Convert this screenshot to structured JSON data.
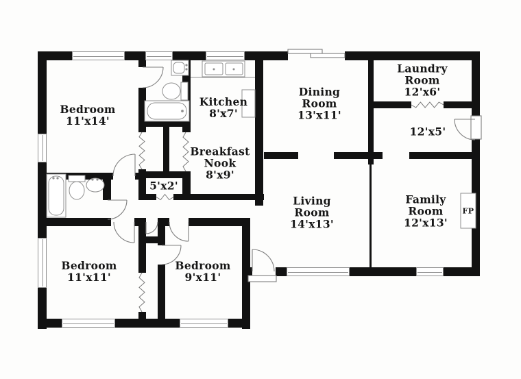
{
  "rooms": {
    "bedroom_11x14": {
      "name": "Bedroom",
      "dims": "11'x14'"
    },
    "kitchen": {
      "name": "Kitchen",
      "dims": "8'x7'"
    },
    "dining": {
      "name": "Dining",
      "name2": "Room",
      "dims": "13'x11'"
    },
    "laundry": {
      "name": "Laundry",
      "name2": "Room",
      "dims": "12'x6'"
    },
    "hall_12x5": {
      "dims": "12'x5'"
    },
    "breakfast": {
      "name": "Breakfast",
      "name2": "Nook",
      "dims": "8'x9'"
    },
    "closet_5x2": {
      "dims": "5'x2'"
    },
    "living": {
      "name": "Living",
      "name2": "Room",
      "dims": "14'x13'"
    },
    "family": {
      "name": "Family",
      "name2": "Room",
      "dims": "12'x13'"
    },
    "bedroom_11x11": {
      "name": "Bedroom",
      "dims": "11'x11'"
    },
    "bedroom_9x11": {
      "name": "Bedroom",
      "dims": "9'x11'"
    },
    "fireplace": {
      "abbr": "FP"
    }
  },
  "colors": {
    "wall": "#121212",
    "fixture_stroke": "#8f8f8f",
    "text": "#161616",
    "background": "#fdfdfc"
  }
}
